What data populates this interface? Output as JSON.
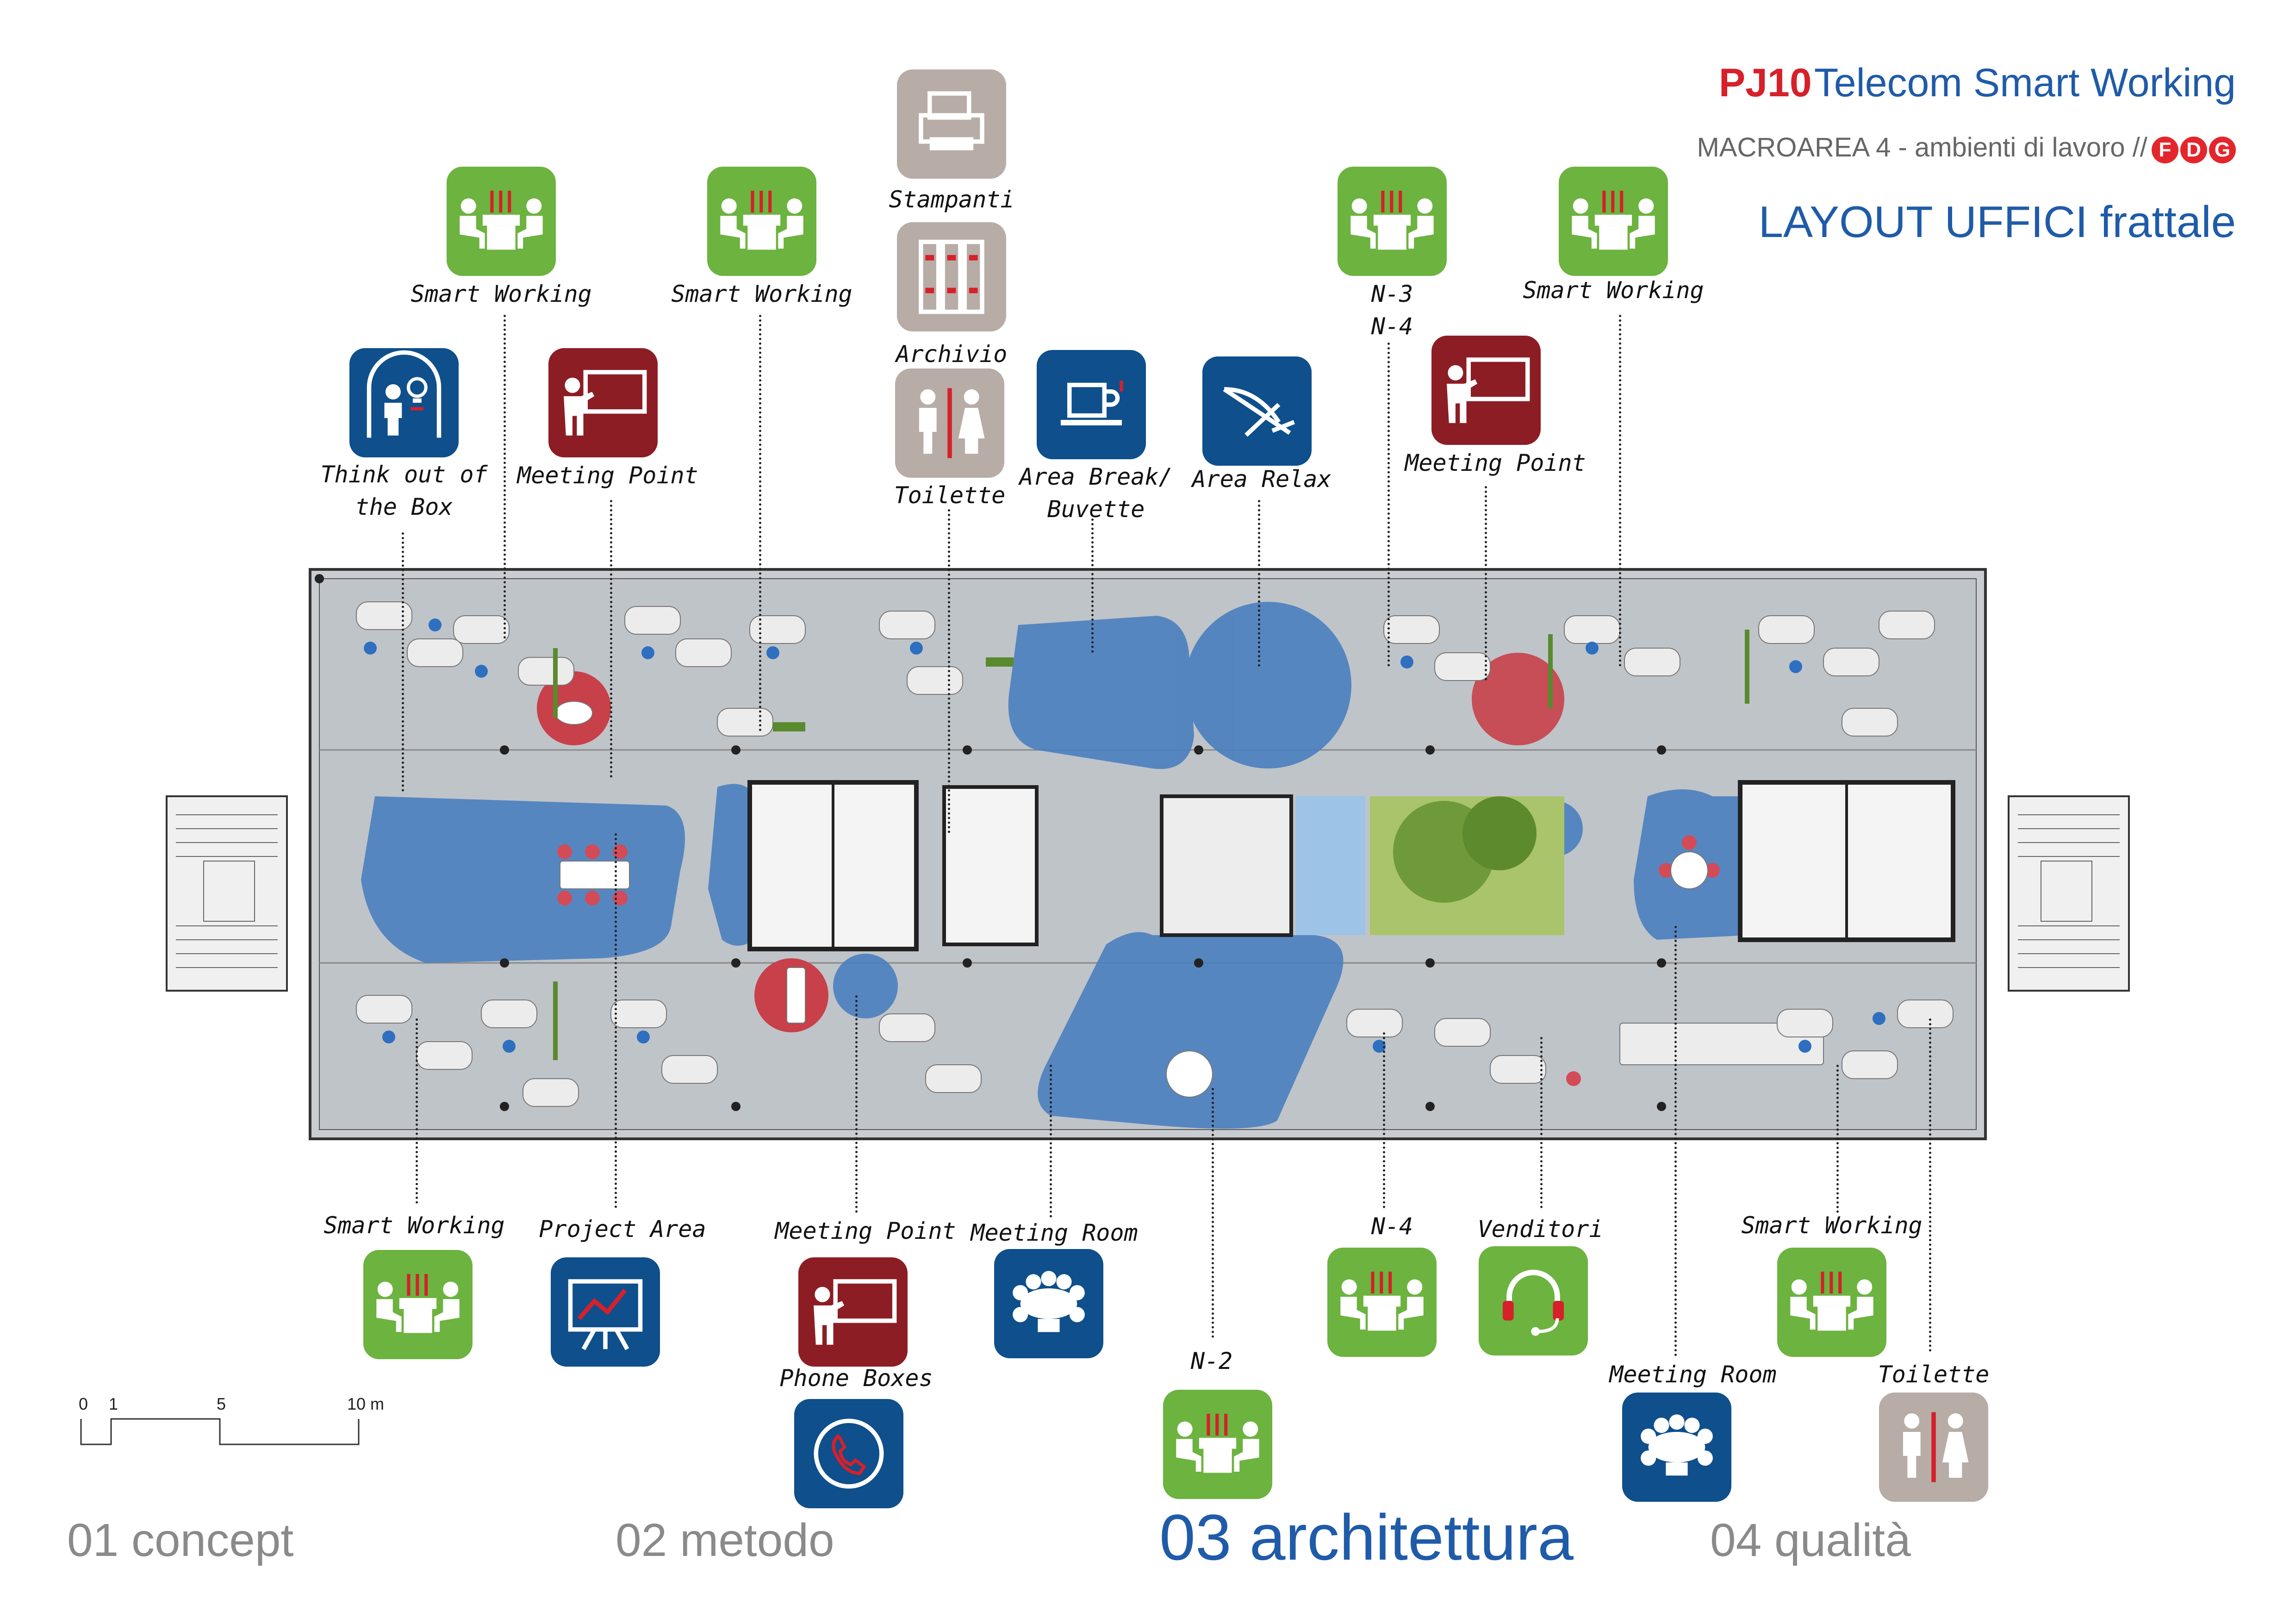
{
  "header": {
    "project_code": "PJ10",
    "project_name": "Telecom Smart Working",
    "subtitle": "MACROAREA 4 - ambienti di lavoro //",
    "logo_letters": [
      "F",
      "D",
      "G"
    ],
    "layout_title": "LAYOUT UFFICI frattale"
  },
  "icons_top": [
    {
      "label": "Smart Working",
      "icon": "meeting-people-icon",
      "color": "green"
    },
    {
      "label": "Smart Working",
      "icon": "meeting-people-icon",
      "color": "green"
    },
    {
      "label": "Stampanti",
      "icon": "printer-icon",
      "color": "grey"
    },
    {
      "label": "Archivio",
      "icon": "archive-icon",
      "color": "grey"
    },
    {
      "label": "Toilette",
      "icon": "toilet-icon",
      "color": "grey"
    },
    {
      "label": "N-3",
      "label2": "N-4",
      "icon": "meeting-people-icon",
      "color": "green"
    },
    {
      "label": "Smart Working",
      "icon": "meeting-people-icon",
      "color": "green"
    },
    {
      "label": "Think out of",
      "label2": "the Box",
      "icon": "lightbulb-person-icon",
      "color": "blue"
    },
    {
      "label": "Meeting Point",
      "icon": "presenter-icon",
      "color": "red"
    },
    {
      "label": "Area Break/",
      "label2": "Buvette",
      "icon": "coffee-cup-icon",
      "color": "blue"
    },
    {
      "label": "Area Relax",
      "icon": "lounge-chair-icon",
      "color": "blue"
    },
    {
      "label": "Meeting Point",
      "icon": "presenter-icon",
      "color": "red"
    }
  ],
  "icons_bottom": [
    {
      "label": "Smart Working",
      "icon": "meeting-people-icon",
      "color": "green"
    },
    {
      "label": "Project Area",
      "icon": "chart-board-icon",
      "color": "blue"
    },
    {
      "label": "Meeting Point",
      "icon": "presenter-icon",
      "color": "red"
    },
    {
      "label": "Phone Boxes",
      "icon": "phone-icon",
      "color": "blue"
    },
    {
      "label": "Meeting Room",
      "icon": "conference-table-icon",
      "color": "blue"
    },
    {
      "label": "N-2",
      "icon": "meeting-people-icon",
      "color": "green"
    },
    {
      "label": "N-4",
      "icon": "meeting-people-icon",
      "color": "green"
    },
    {
      "label": "Venditori",
      "icon": "headset-icon",
      "color": "green"
    },
    {
      "label": "Meeting Room",
      "icon": "conference-table-icon",
      "color": "blue"
    },
    {
      "label": "Smart Working",
      "icon": "meeting-people-icon",
      "color": "green"
    },
    {
      "label": "Toilette",
      "icon": "toilet-icon",
      "color": "grey"
    }
  ],
  "scale": {
    "ticks": [
      "0",
      "1",
      "5",
      "10 m"
    ]
  },
  "nav": {
    "item1": "01 concept",
    "item2": "02 metodo",
    "item3": "03 architettura",
    "item4": "04 qualità"
  },
  "colors": {
    "green": "#6cb33f",
    "blue": "#0e4f8c",
    "red": "#8c1d24",
    "grey": "#b7aca6",
    "title_red": "#d6202a",
    "title_blue": "#1f5ba8",
    "zone_blue": "#4a7fbf"
  }
}
